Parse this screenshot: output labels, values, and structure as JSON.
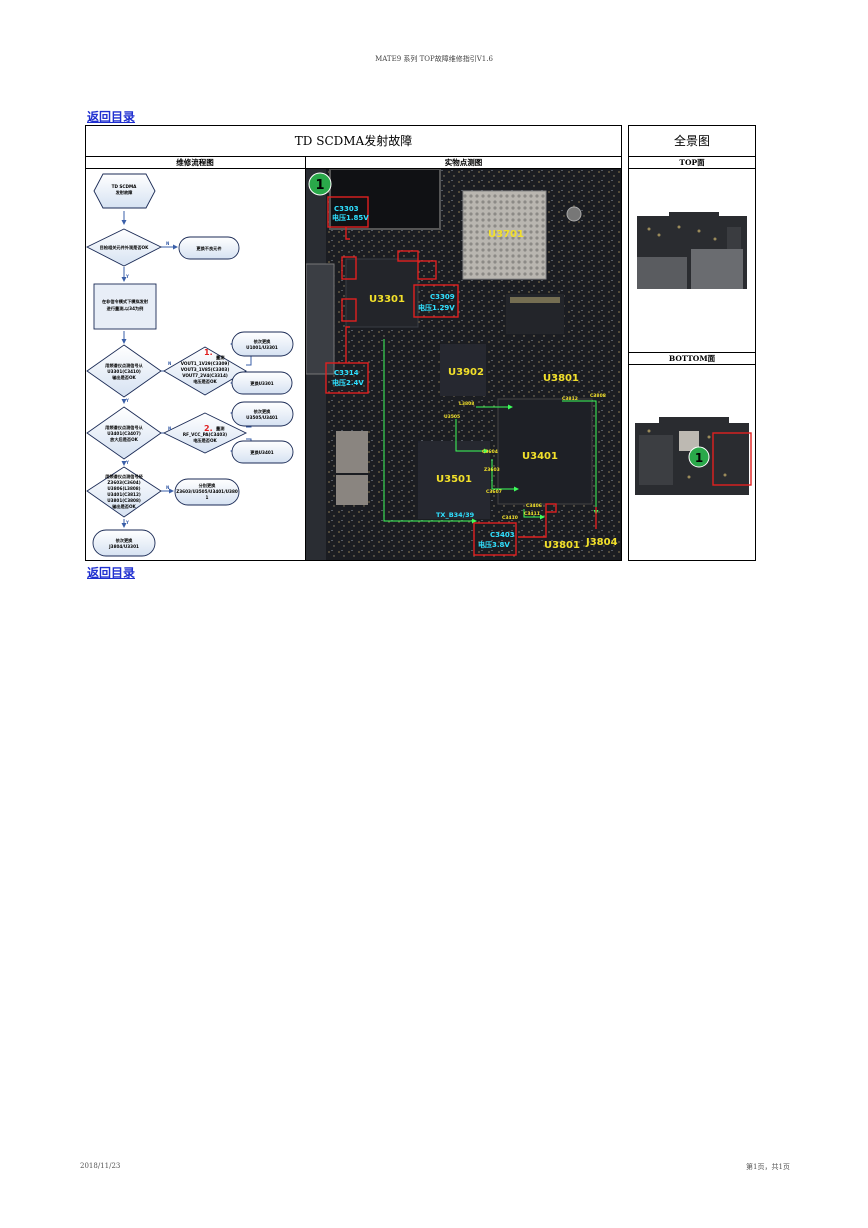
{
  "header": "MATE9 系列 TOP故障维修指引V1.6",
  "back_link": "返回目录",
  "table": {
    "title": "TD SCDMA发射故障",
    "overview_title": "全景图",
    "col_flow": "维修流程图",
    "col_points": "实物点测图",
    "col_top": "TOP面",
    "col_bottom": "BOTTOM面"
  },
  "flowchart": {
    "start": [
      "TD SCDMA",
      "发射故障"
    ],
    "check_parts": "目检相关元件外观是否OK",
    "replace_bad": "更换不良元件",
    "test_mode": [
      "在非信令模式下模拟发射",
      "进行量测,以34为例"
    ],
    "d1": [
      "用频谱仪点测信号从",
      "U3301(C3410)",
      "输出是否OK"
    ],
    "d1_step_num": "1.",
    "d1_step": "量测",
    "d1_lines": [
      "VOUT1_1V29(C3309)",
      "VOUT3_1V85(C3303)",
      "VOUT7_2V4(C3314)",
      "电压是否OK"
    ],
    "r1a": [
      "依次更换",
      "U1001/U3301"
    ],
    "r1b": "更换U3301",
    "d2": [
      "用频谱仪点测信号从",
      "U3401(C3407)",
      "放大后是否OK"
    ],
    "d2_step_num": "2.",
    "d2_step": "量测",
    "d2_lines": [
      "RF_VCC_PA(C3403)",
      "电压是否OK"
    ],
    "r2a": [
      "依次更换",
      "U3505/U3401"
    ],
    "r2b": "更换U3401",
    "d3": [
      "用频谱仪点测信号经",
      "Z3603(C3604)",
      "U3806(L3808)",
      "U3401(C3812)",
      "U3801(C3808)",
      "输出是否OK"
    ],
    "r3": [
      "分别更换",
      "Z3603/U3505/U3401/U380",
      "1"
    ],
    "end": [
      "依次更换",
      "J3804/U3301"
    ],
    "yes": "Y",
    "no": "N"
  },
  "photo_labels": {
    "marker": "1",
    "c3303": [
      "C3303",
      "电压1.85V"
    ],
    "c3309": [
      "C3309",
      "电压1.29V"
    ],
    "c3314": [
      "C3314",
      "电压2.4V"
    ],
    "c3403": [
      "C3403",
      "电压3.8V"
    ],
    "chips": [
      "U3701",
      "U3301",
      "U3902",
      "U3801",
      "U3401",
      "U3501",
      "U3801",
      "J3804"
    ],
    "small": [
      "L3808",
      "U3505",
      "C3604",
      "Z3603",
      "C3607",
      "C3812",
      "C3808",
      "C3406",
      "C3410",
      "C3411"
    ],
    "tx": "TX_B34/39"
  },
  "footer": {
    "date": "2018/11/23",
    "page": "第1页，共1页"
  }
}
